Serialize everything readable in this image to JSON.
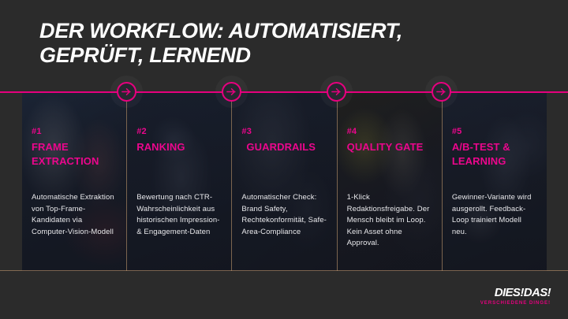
{
  "slide": {
    "title_lines": [
      "DER WORKFLOW: AUTOMATISIERT,",
      "GEPRÜFT, LERNEND"
    ],
    "accent_color": "#e6007e",
    "background_color": "#2b2b2b",
    "divider_color": "#be966e"
  },
  "steps": [
    {
      "number": "#1",
      "title": "FRAME EXTRACTION",
      "description": "Automatische Extraktion von Top-Frame-Kandidaten via Computer-Vision-Modell"
    },
    {
      "number": "#2",
      "title": "RANKING",
      "description": "Bewertung nach CTR-Wahrscheinlichkeit aus historischen Impression- & Engagement-Daten"
    },
    {
      "number": "#3",
      "title": "GUARDRAILS",
      "description": "Automatischer Check: Brand Safety, Rechtekonformität, Safe-Area-Compliance"
    },
    {
      "number": "#4",
      "title": "QUALITY GATE",
      "description": "1-Klick Redaktionsfreigabe. Der Mensch bleibt im Loop. Kein Asset ohne Approval."
    },
    {
      "number": "#5",
      "title": "A/B-TEST & LEARNING",
      "description": "Gewinner-Variante wird ausgerollt. Feedback-Loop trainiert Modell neu."
    }
  ],
  "connectors": {
    "icon": "arrow-right-circle-icon",
    "count": 4
  },
  "logo": {
    "main": "DIES!DAS!",
    "sub": "VERSCHIEDENE DINGE!"
  }
}
